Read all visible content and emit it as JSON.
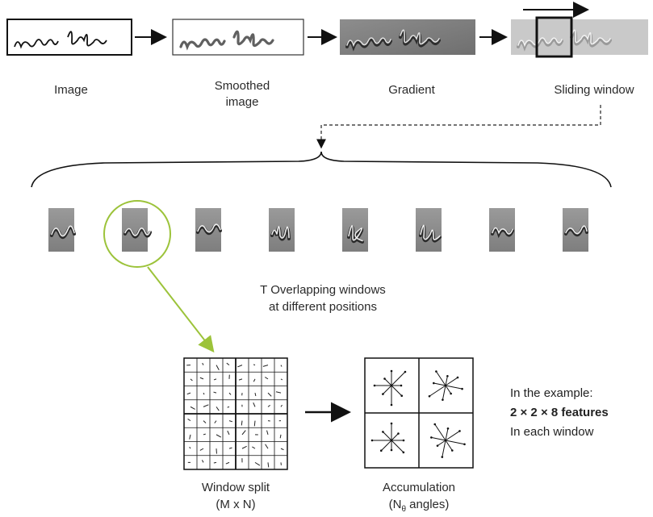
{
  "pipeline": {
    "image_label": "Image",
    "smoothed_label_line1": "Smoothed",
    "smoothed_label_line2": "image",
    "gradient_label": "Gradient",
    "sliding_label": "Sliding window",
    "handwriting_word": "resilier"
  },
  "windows": {
    "caption_line1": "T Overlapping windows",
    "caption_line2": "at different positions",
    "count": 8,
    "glyphs": [
      "re",
      "us",
      "es",
      "si",
      "li",
      "li",
      "ie",
      "er"
    ],
    "highlight_index": 1,
    "highlight_color": "#9cc33a"
  },
  "split": {
    "label_line1": "Window split",
    "label_line2": "(M x N)"
  },
  "accumulation": {
    "label_line1": "Accumulation",
    "label_line2_pre": "(N",
    "label_line2_sub": "θ",
    "label_line2_post": " angles)",
    "angles": 8
  },
  "example": {
    "line1": "In the example:",
    "line2": "2 × 2 × 8 features",
    "line3": "In each window"
  }
}
